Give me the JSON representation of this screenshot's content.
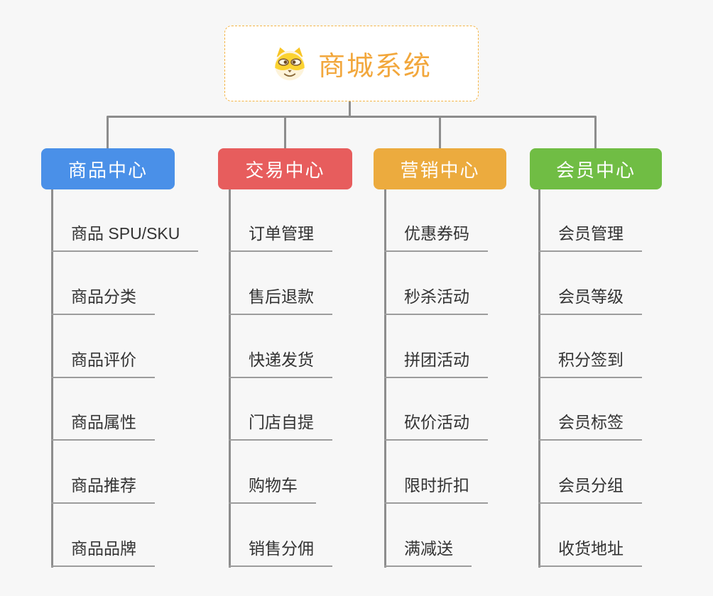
{
  "root": {
    "title": "商城系统",
    "icon": "shiba-dog-icon"
  },
  "branches": [
    {
      "label": "商品中心",
      "color": "#4a90e8",
      "items": [
        "商品 SPU/SKU",
        "商品分类",
        "商品评价",
        "商品属性",
        "商品推荐",
        "商品品牌"
      ]
    },
    {
      "label": "交易中心",
      "color": "#e75d5d",
      "items": [
        "订单管理",
        "售后退款",
        "快递发货",
        "门店自提",
        "购物车",
        "销售分佣"
      ]
    },
    {
      "label": "营销中心",
      "color": "#ecab3e",
      "items": [
        "优惠券码",
        "秒杀活动",
        "拼团活动",
        "砍价活动",
        "限时折扣",
        "满减送"
      ]
    },
    {
      "label": "会员中心",
      "color": "#70bd44",
      "items": [
        "会员管理",
        "会员等级",
        "积分签到",
        "会员标签",
        "会员分组",
        "收货地址"
      ]
    }
  ],
  "colors": {
    "background": "#f7f7f7",
    "connector": "#8d8d8d",
    "underline": "#9c9c9c",
    "root_border": "#f5b445",
    "root_title": "#f2a73c",
    "item_text": "#333333"
  }
}
